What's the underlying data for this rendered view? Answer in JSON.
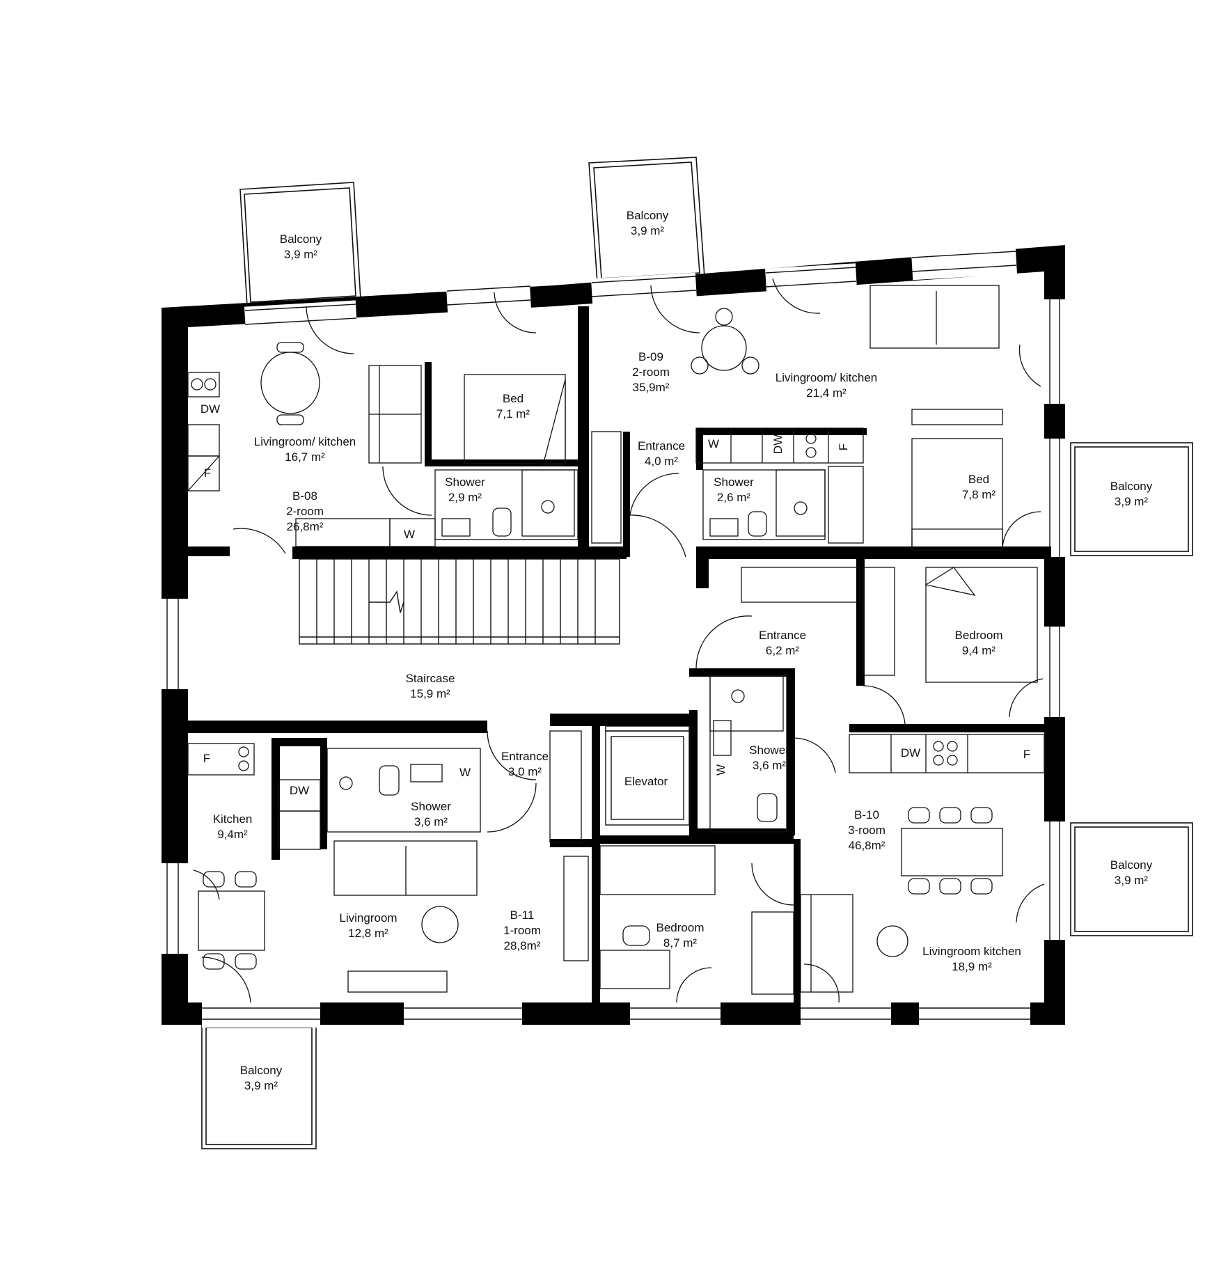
{
  "apartments": {
    "b08": {
      "code": "B-08",
      "type": "2-room",
      "area": "26,8m²"
    },
    "b09": {
      "code": "B-09",
      "type": "2-room",
      "area": "35,9m²"
    },
    "b10": {
      "code": "B-10",
      "type": "3-room",
      "area": "46,8m²"
    },
    "b11": {
      "code": "B-11",
      "type": "1-room",
      "area": "28,8m²"
    }
  },
  "rooms": {
    "balcony_b08": {
      "name": "Balcony",
      "area": "3,9 m²"
    },
    "balcony_b09": {
      "name": "Balcony",
      "area": "3,9 m²"
    },
    "balcony_b09_e": {
      "name": "Balcony",
      "area": "3,9 m²"
    },
    "balcony_b10": {
      "name": "Balcony",
      "area": "3,9 m²"
    },
    "balcony_b11": {
      "name": "Balcony",
      "area": "3,9 m²"
    },
    "living_b08": {
      "name": "Livingroom/ kitchen",
      "area": "16,7 m²"
    },
    "bed_b08": {
      "name": "Bed",
      "area": "7,1  m²"
    },
    "shower_b08": {
      "name": "Shower",
      "area": "2,9 m²"
    },
    "living_b09": {
      "name": "Livingroom/ kitchen",
      "area": "21,4 m²"
    },
    "entrance_b09": {
      "name": "Entrance",
      "area": "4,0 m²"
    },
    "shower_b09": {
      "name": "Shower",
      "area": "2,6 m²"
    },
    "bed_b09": {
      "name": "Bed",
      "area": "7,8 m²"
    },
    "entrance_b10": {
      "name": "Entrance",
      "area": "6,2 m²"
    },
    "bedroom_b10": {
      "name": "Bedroom",
      "area": "9,4 m²"
    },
    "shower_b10": {
      "name": "Shower",
      "area": "3,6 m²"
    },
    "bedroom2_b10": {
      "name": "Bedroom",
      "area": "8,7 m²"
    },
    "living_b10": {
      "name": "Livingroom kitchen",
      "area": "18,9 m²"
    },
    "staircase": {
      "name": "Staircase",
      "area": "15,9 m²"
    },
    "entrance_b11": {
      "name": "Entrance",
      "area": "3,0 m²"
    },
    "elevator": {
      "name": "Elevator"
    },
    "kitchen_b11": {
      "name": "Kitchen",
      "area": "9,4m²"
    },
    "shower_b11": {
      "name": "Shower",
      "area": "3,6 m²"
    },
    "living_b11": {
      "name": "Livingroom",
      "area": "12,8 m²"
    }
  },
  "fixtures": {
    "dw": "DW",
    "w": "W",
    "f": "F"
  },
  "colors": {
    "wall": "#000000",
    "line": "#111111",
    "background": "#ffffff"
  }
}
